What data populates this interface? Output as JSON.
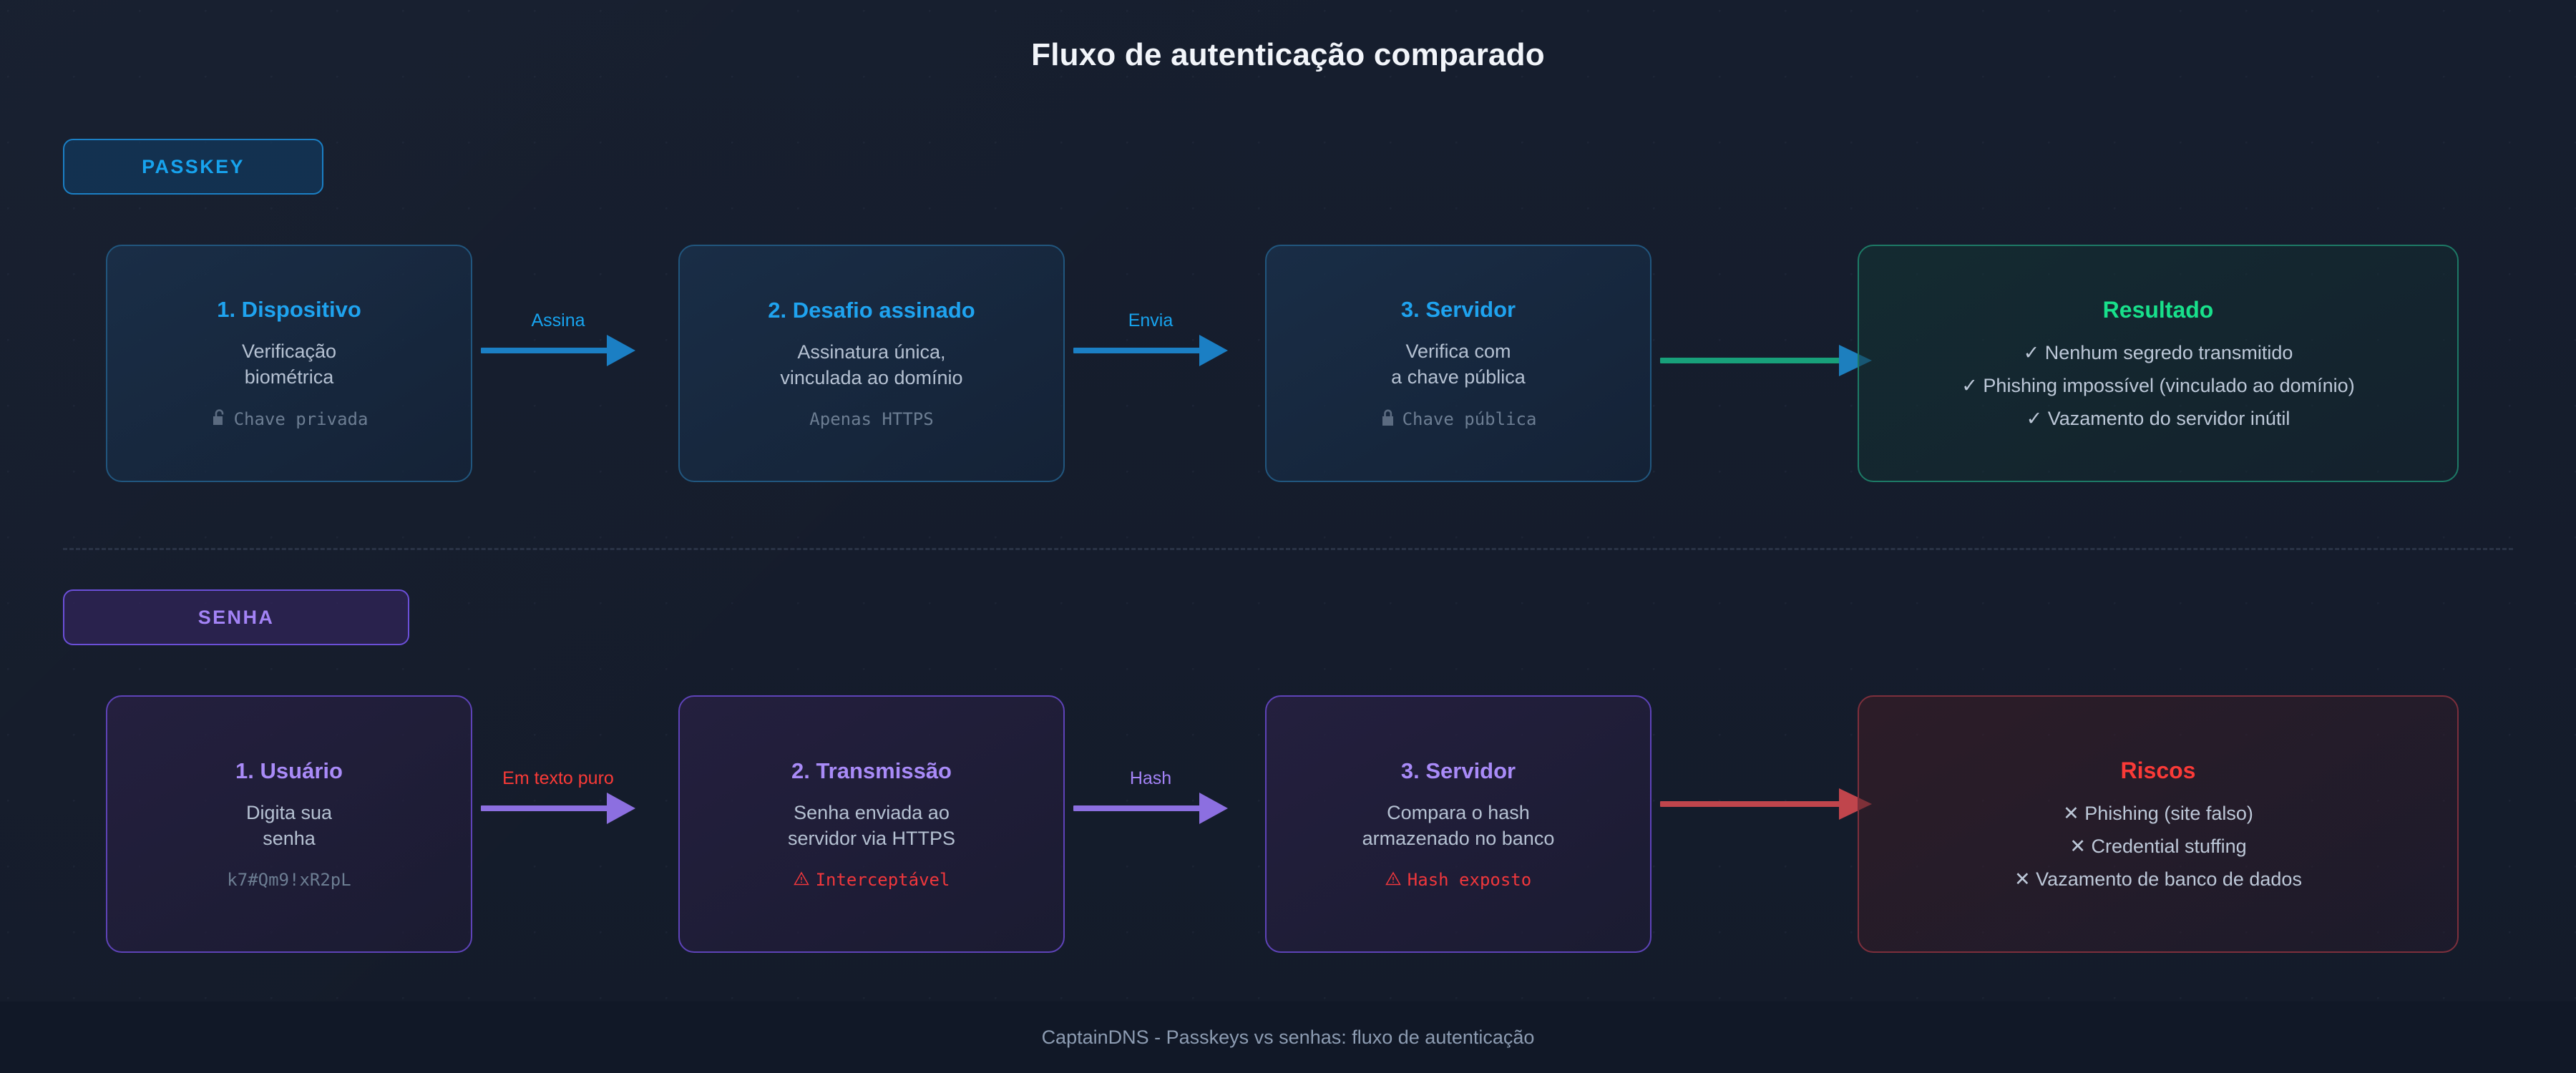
{
  "page": {
    "title": "Fluxo de autenticação comparado",
    "footer": "CaptainDNS - Passkeys vs senhas: fluxo de autenticação",
    "background": "#151c2c"
  },
  "colors": {
    "passkey_accent": "#17a3ee",
    "senha_accent": "#a383f6",
    "success": "#18e08b",
    "danger": "#fa3a37",
    "arrow_blue": "#1b7fc4",
    "arrow_purple": "#8c6fe0",
    "arrow_green": "#18a07a",
    "arrow_red": "#c0454c",
    "text_muted": "#b5c1d2"
  },
  "passkey_row": {
    "badge": "PASSKEY",
    "steps": [
      {
        "title": "1. Dispositivo",
        "desc": "Verificação\nbiométrica",
        "note": "Chave privada",
        "note_icon": "unlocked-padlock-icon",
        "note_state": "muted"
      },
      {
        "title": "2. Desafio assinado",
        "desc": "Assinatura única,\nvinculada ao domínio",
        "note": "Apenas  HTTPS",
        "note_icon": "none",
        "note_state": "muted"
      },
      {
        "title": "3. Servidor",
        "desc": "Verifica com\na chave pública",
        "note": "Chave pública",
        "note_icon": "locked-padlock-icon",
        "note_state": "muted"
      }
    ],
    "arrows": [
      {
        "label": "Assina",
        "label_color": "#17a3ee",
        "shaft_color": "#1b7fc4",
        "head_color": "#1b7fc4"
      },
      {
        "label": "Envia",
        "label_color": "#17a3ee",
        "shaft_color": "#1b7fc4",
        "head_color": "#1b7fc4"
      },
      {
        "label": "",
        "label_color": "#18a07a",
        "shaft_color": "#18a07a",
        "head_color": "#1d7fbe"
      }
    ],
    "outcome": {
      "title": "Resultado",
      "items": [
        "✓ Nenhum segredo transmitido",
        "✓ Phishing impossível (vinculado ao domínio)",
        "✓ Vazamento do servidor inútil"
      ]
    }
  },
  "senha_row": {
    "badge": "SENHA",
    "steps": [
      {
        "title": "1. Usuário",
        "desc": "Digita sua\nsenha",
        "note": "k7#Qm9!xR2pL",
        "note_icon": "none",
        "note_state": "muted"
      },
      {
        "title": "2. Transmissão",
        "desc": "Senha enviada ao\nservidor via HTTPS",
        "note": "Interceptável",
        "note_icon": "warning-triangle-icon",
        "note_state": "danger"
      },
      {
        "title": "3. Servidor",
        "desc": "Compara o hash\narmazenado no banco",
        "note": "Hash exposto",
        "note_icon": "warning-triangle-icon",
        "note_state": "danger"
      }
    ],
    "arrows": [
      {
        "label": "Em texto puro",
        "label_color": "#fa3a37",
        "shaft_color": "#8c6fe0",
        "head_color": "#8c6fe0"
      },
      {
        "label": "Hash",
        "label_color": "#a383f6",
        "shaft_color": "#8c6fe0",
        "head_color": "#8c6fe0"
      },
      {
        "label": "",
        "label_color": "#c0454c",
        "shaft_color": "#c0454c",
        "head_color": "#c0454c"
      }
    ],
    "outcome": {
      "title": "Riscos",
      "items": [
        "✕ Phishing (site falso)",
        "✕ Credential stuffing",
        "✕ Vazamento de banco de dados"
      ]
    }
  }
}
